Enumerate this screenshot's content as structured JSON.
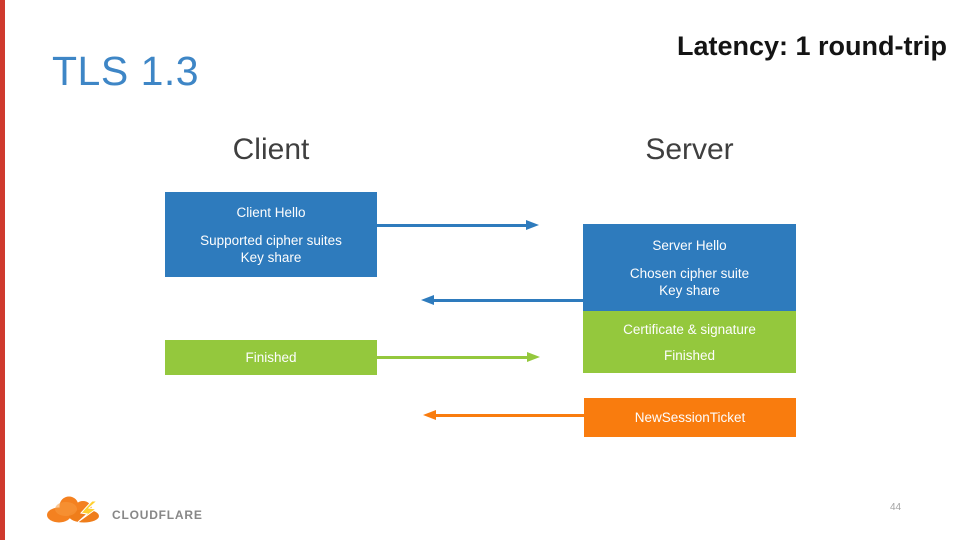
{
  "slide": {
    "title": "TLS 1.3",
    "latency_note": "Latency: 1 round-trip",
    "page_number": "44",
    "brand": "CLOUDFLARE"
  },
  "columns": {
    "client": "Client",
    "server": "Server"
  },
  "messages": {
    "client_hello": {
      "title": "Client Hello",
      "detail_line1": "Supported cipher suites",
      "detail_line2": "Key share"
    },
    "server_hello": {
      "title": "Server Hello",
      "detail_line1": "Chosen cipher suite",
      "detail_line2": "Key share"
    },
    "certificate": {
      "line1": "Certificate & signature",
      "line2": "Finished"
    },
    "client_finished": {
      "label": "Finished"
    },
    "new_session_ticket": {
      "label": "NewSessionTicket"
    }
  },
  "arrows": [
    {
      "name": "client-hello-arrow",
      "direction": "right",
      "color": "#2e7bbd"
    },
    {
      "name": "server-hello-arrow",
      "direction": "left",
      "color": "#2e7bbd"
    },
    {
      "name": "finished-arrow",
      "direction": "right",
      "color": "#94c83d"
    },
    {
      "name": "new-session-ticket-arrow",
      "direction": "left",
      "color": "#f97c0e"
    }
  ],
  "colors": {
    "box_blue": "#2e7bbd",
    "box_green": "#94c83d",
    "box_orange": "#f97c0e",
    "title_blue": "#3e86c6",
    "edge_red": "#cf3a2e",
    "header_gray": "#3f3f3f"
  }
}
